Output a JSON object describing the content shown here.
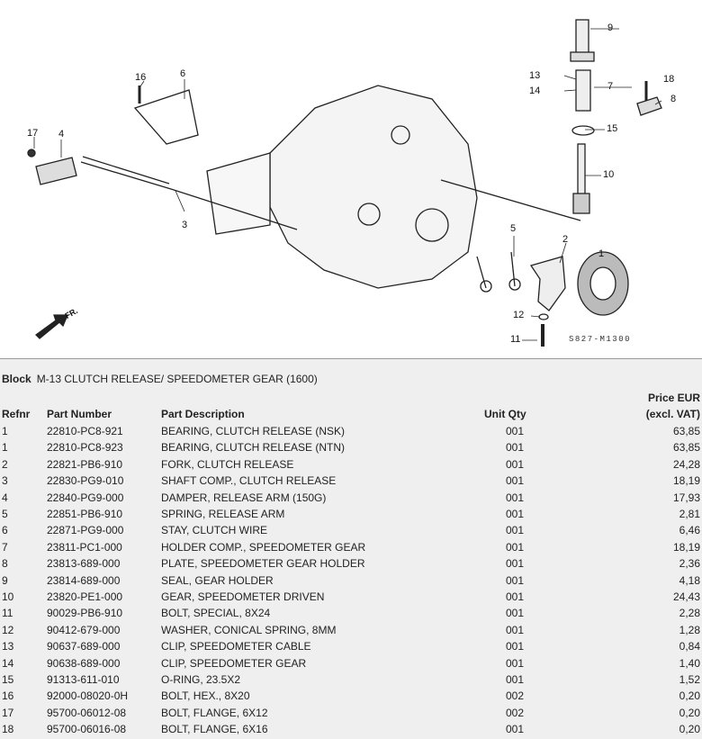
{
  "diagram": {
    "callouts": [
      "1",
      "2",
      "3",
      "4",
      "5",
      "6",
      "7",
      "8",
      "9",
      "10",
      "11",
      "12",
      "13",
      "14",
      "15",
      "16",
      "17",
      "18"
    ],
    "code": "S827-M1300",
    "direction_label": "FR."
  },
  "block": {
    "label": "Block",
    "title": "M-13 CLUTCH RELEASE/ SPEEDOMETER GEAR (1600)"
  },
  "table": {
    "headers": {
      "refnr": "Refnr",
      "part_number": "Part Number",
      "description": "Part Description",
      "qty": "Unit Qty",
      "price_line1": "Price EUR",
      "price_line2": "(excl. VAT)"
    },
    "rows": [
      {
        "ref": "1",
        "pn": "22810-PC8-921",
        "desc": "BEARING, CLUTCH RELEASE (NSK)",
        "qty": "001",
        "price": "63,85"
      },
      {
        "ref": "1",
        "pn": "22810-PC8-923",
        "desc": "BEARING, CLUTCH RELEASE (NTN)",
        "qty": "001",
        "price": "63,85"
      },
      {
        "ref": "2",
        "pn": "22821-PB6-910",
        "desc": "FORK, CLUTCH RELEASE",
        "qty": "001",
        "price": "24,28"
      },
      {
        "ref": "3",
        "pn": "22830-PG9-010",
        "desc": "SHAFT COMP., CLUTCH RELEASE",
        "qty": "001",
        "price": "18,19"
      },
      {
        "ref": "4",
        "pn": "22840-PG9-000",
        "desc": "DAMPER, RELEASE ARM (150G)",
        "qty": "001",
        "price": "17,93"
      },
      {
        "ref": "5",
        "pn": "22851-PB6-910",
        "desc": "SPRING, RELEASE ARM",
        "qty": "001",
        "price": "2,81"
      },
      {
        "ref": "6",
        "pn": "22871-PG9-000",
        "desc": "STAY, CLUTCH WIRE",
        "qty": "001",
        "price": "6,46"
      },
      {
        "ref": "7",
        "pn": "23811-PC1-000",
        "desc": "HOLDER COMP., SPEEDOMETER GEAR",
        "qty": "001",
        "price": "18,19"
      },
      {
        "ref": "8",
        "pn": "23813-689-000",
        "desc": "PLATE, SPEEDOMETER GEAR HOLDER",
        "qty": "001",
        "price": "2,36"
      },
      {
        "ref": "9",
        "pn": "23814-689-000",
        "desc": "SEAL, GEAR HOLDER",
        "qty": "001",
        "price": "4,18"
      },
      {
        "ref": "10",
        "pn": "23820-PE1-000",
        "desc": "GEAR, SPEEDOMETER DRIVEN",
        "qty": "001",
        "price": "24,43"
      },
      {
        "ref": "11",
        "pn": "90029-PB6-910",
        "desc": "BOLT, SPECIAL, 8X24",
        "qty": "001",
        "price": "2,28"
      },
      {
        "ref": "12",
        "pn": "90412-679-000",
        "desc": "WASHER, CONICAL SPRING, 8MM",
        "qty": "001",
        "price": "1,28"
      },
      {
        "ref": "13",
        "pn": "90637-689-000",
        "desc": "CLIP, SPEEDOMETER CABLE",
        "qty": "001",
        "price": "0,84"
      },
      {
        "ref": "14",
        "pn": "90638-689-000",
        "desc": "CLIP, SPEEDOMETER GEAR",
        "qty": "001",
        "price": "1,40"
      },
      {
        "ref": "15",
        "pn": "91313-611-010",
        "desc": "O-RING, 23.5X2",
        "qty": "001",
        "price": "1,52"
      },
      {
        "ref": "16",
        "pn": "92000-08020-0H",
        "desc": "BOLT, HEX., 8X20",
        "qty": "002",
        "price": "0,20"
      },
      {
        "ref": "17",
        "pn": "95700-06012-08",
        "desc": "BOLT, FLANGE, 6X12",
        "qty": "002",
        "price": "0,20"
      },
      {
        "ref": "18",
        "pn": "95700-06016-08",
        "desc": "BOLT, FLANGE, 6X16",
        "qty": "001",
        "price": "0,20"
      }
    ]
  }
}
